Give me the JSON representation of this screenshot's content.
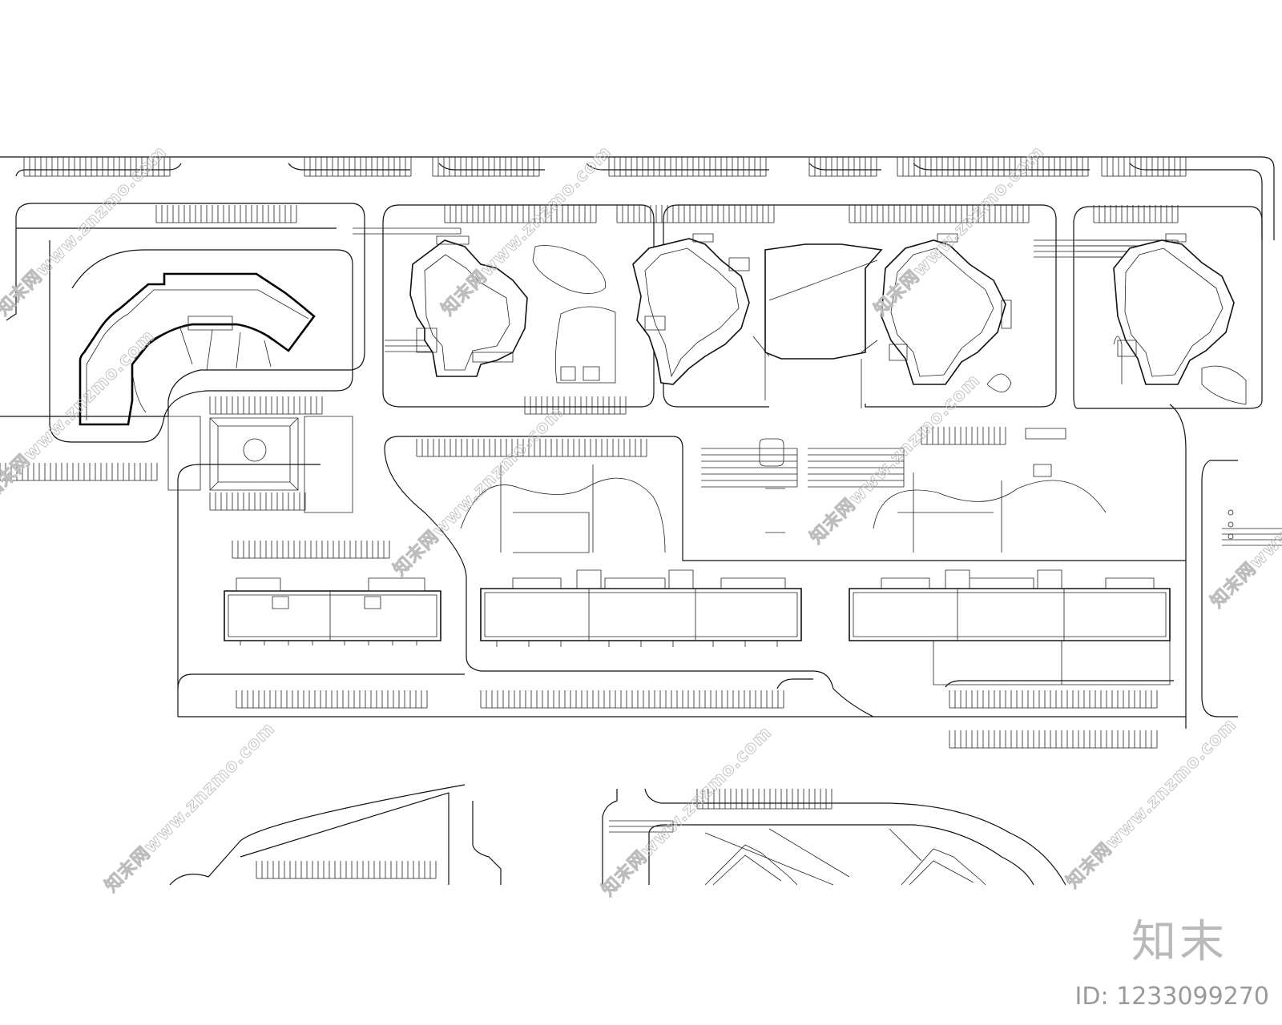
{
  "watermarks": {
    "text": "知末网www.znzmo.com"
  },
  "brand": {
    "logo": "知末",
    "id_text": "ID: 1233099270"
  },
  "colors": {
    "line": "#111111",
    "watermark": "#bdbdbd",
    "background": "#ffffff"
  }
}
